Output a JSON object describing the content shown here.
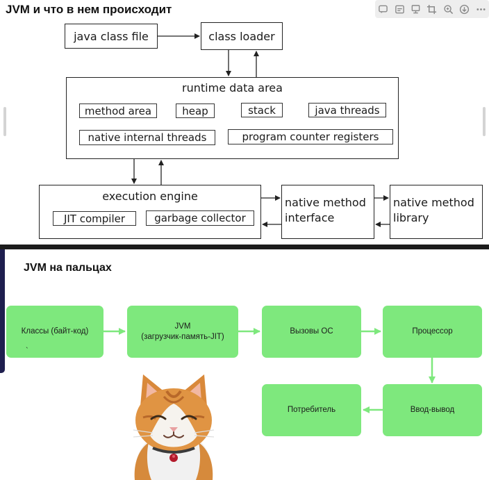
{
  "top": {
    "title": "JVM и что в нем происходит",
    "boxes": {
      "java_class_file": "java class file",
      "class_loader": "class loader",
      "runtime_data_area": "runtime data area",
      "method_area": "method area",
      "heap": "heap",
      "stack": "stack",
      "java_threads": "java threads",
      "native_internal_threads": "native internal threads",
      "program_counter_registers": "program counter registers",
      "execution_engine": "execution engine",
      "jit_compiler": "JIT compiler",
      "garbage_collector": "garbage collector",
      "native_method_interface_line1": "native method",
      "native_method_interface_line2": "interface",
      "native_method_library_line1": "native method",
      "native_method_library_line2": "library"
    },
    "toolbar_icons": [
      "comment-icon",
      "subtitles-icon",
      "screen-icon",
      "crop-icon",
      "zoom-in-icon",
      "download-icon",
      "more-icon"
    ]
  },
  "bottom": {
    "title": "JVM на пальцах",
    "boxes": {
      "classes": "Классы (байт-код)",
      "jvm_line1": "JVM",
      "jvm_line2": "(загрузчик-память-JIT)",
      "os_calls": "Вызовы ОС",
      "processor": "Процессор",
      "io": "Ввод-вывод",
      "consumer": "Потребитель"
    },
    "tick_mark": "`"
  },
  "colors": {
    "green_box": "#7ee87d",
    "arrow_green": "#7ee87d",
    "divider": "#1c1c1c",
    "line": "#222222"
  }
}
